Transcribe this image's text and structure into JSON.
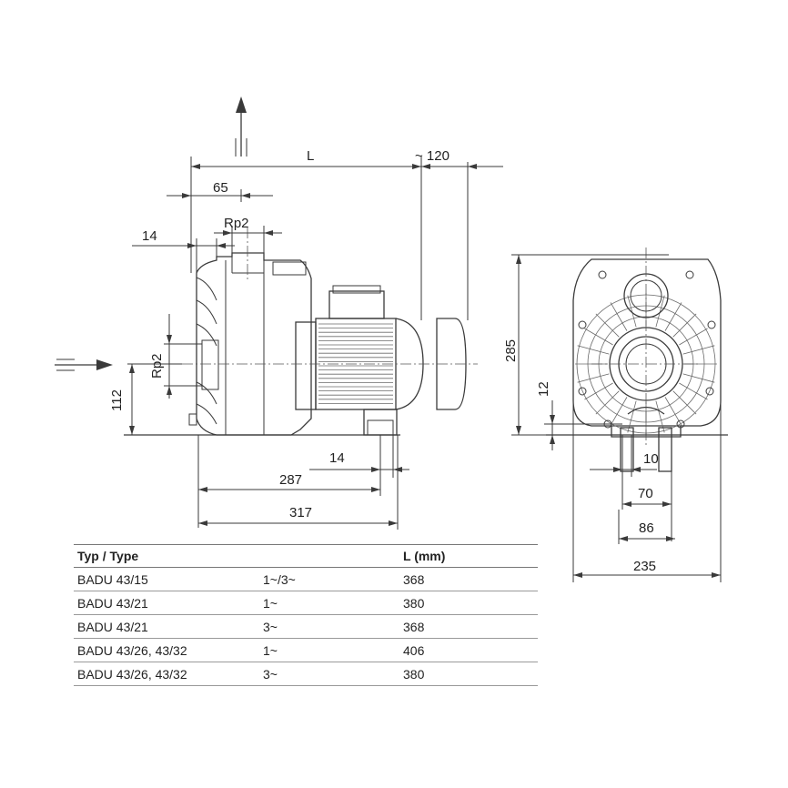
{
  "dimensions": {
    "length_symbol": "L",
    "motor_clearance": "~ 120",
    "suction_offset": "65",
    "discharge_thread": "Rp2",
    "flange_offset": "14",
    "suction_thread": "Rp2",
    "suction_axis_height": "112",
    "foot_width": "14",
    "foot_spacing": "287",
    "base_length": "317",
    "overall_height": "285",
    "foot_height": "12",
    "hole_width": "10",
    "foot_hole_spacing": "70",
    "foot_outer_spacing": "86",
    "overall_width": "235"
  },
  "table": {
    "headers": [
      "Typ / Type",
      "",
      "L (mm)"
    ],
    "rows": [
      {
        "type": "BADU 43/15",
        "phase": "1~/3~",
        "length": "368"
      },
      {
        "type": "BADU 43/21",
        "phase": "1~",
        "length": "380"
      },
      {
        "type": "BADU 43/21",
        "phase": "3~",
        "length": "368"
      },
      {
        "type": "BADU 43/26, 43/32",
        "phase": "1~",
        "length": "406"
      },
      {
        "type": "BADU 43/26, 43/32",
        "phase": "3~",
        "length": "380"
      }
    ]
  }
}
